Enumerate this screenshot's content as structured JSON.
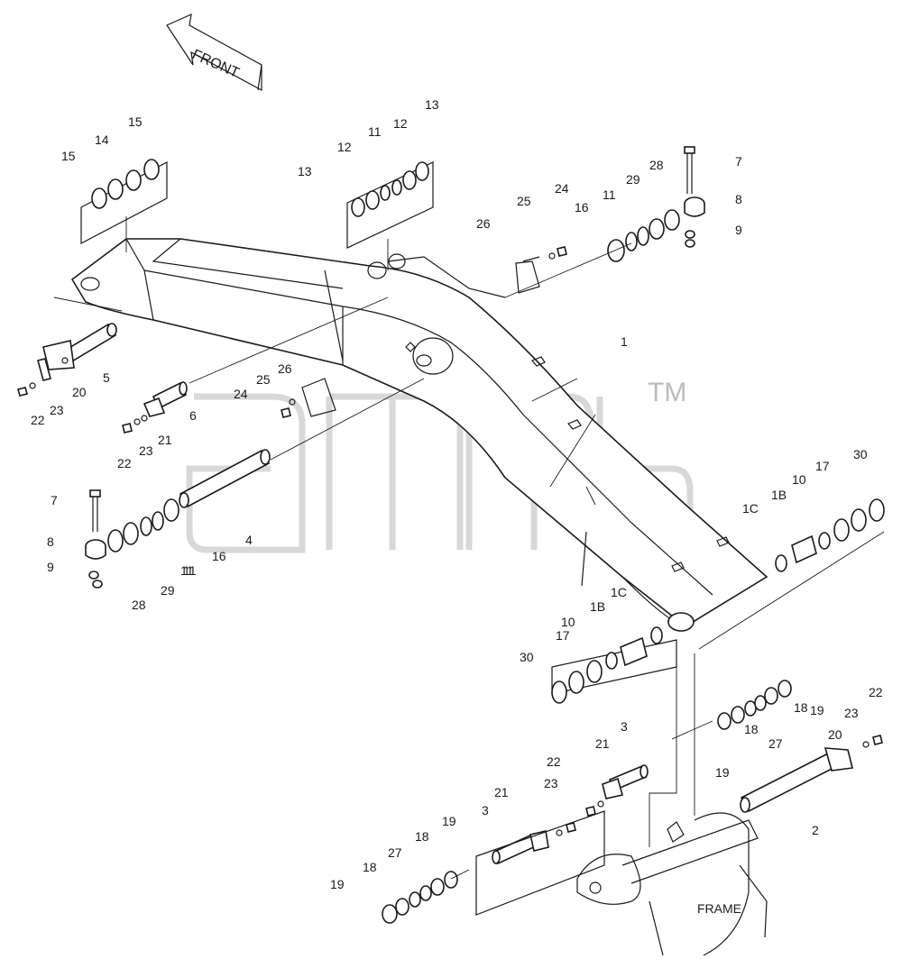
{
  "direction_label": "FRONT",
  "frame_label": "FRAME",
  "watermark_tm": "TM",
  "callouts": [
    "1",
    "2",
    "3",
    "3",
    "4",
    "5",
    "6",
    "7",
    "7",
    "8",
    "8",
    "9",
    "9",
    "10",
    "10",
    "1B",
    "1B",
    "1C",
    "1C",
    "11",
    "11",
    "11",
    "11",
    "12",
    "12",
    "13",
    "13",
    "14",
    "15",
    "15",
    "16",
    "16",
    "17",
    "17",
    "18",
    "18",
    "18",
    "18",
    "19",
    "19",
    "19",
    "19",
    "20",
    "20",
    "21",
    "21",
    "21",
    "22",
    "22",
    "22",
    "22",
    "23",
    "23",
    "23",
    "23",
    "24",
    "24",
    "25",
    "25",
    "26",
    "26",
    "27",
    "27",
    "28",
    "28",
    "29",
    "29",
    "30",
    "30"
  ]
}
